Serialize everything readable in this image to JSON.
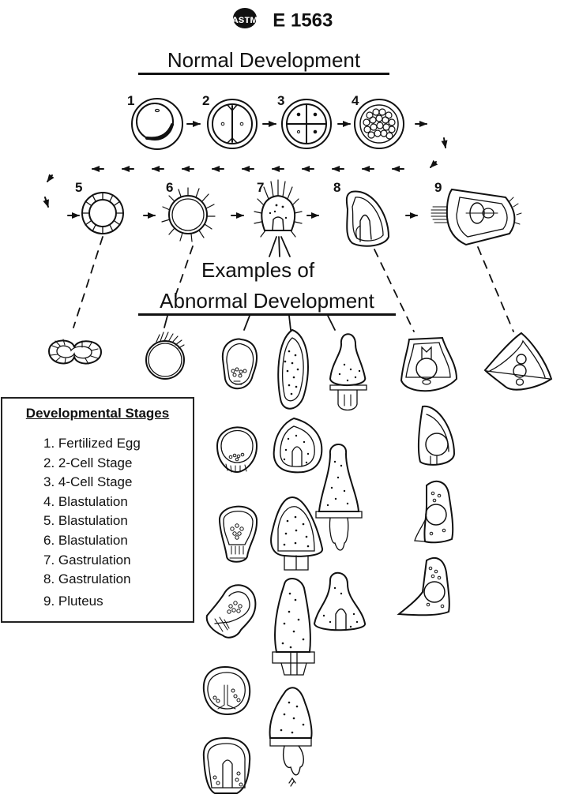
{
  "header": {
    "logo": "ASTM",
    "standard_code": "E 1563"
  },
  "titles": {
    "normal": "Normal Development",
    "abnormal_line1": "Examples of",
    "abnormal_line2": "Abnormal Development"
  },
  "normal_stages": [
    {
      "number": "1",
      "name": "Fertilized Egg"
    },
    {
      "number": "2",
      "name": "2-Cell Stage"
    },
    {
      "number": "3",
      "name": "4-Cell Stage"
    },
    {
      "number": "4",
      "name": "Blastulation"
    },
    {
      "number": "5",
      "name": "Blastulation"
    },
    {
      "number": "6",
      "name": "Blastulation"
    },
    {
      "number": "7",
      "name": "Gastrulation"
    },
    {
      "number": "8",
      "name": "Gastrulation"
    },
    {
      "number": "9",
      "name": "Pluteus"
    }
  ],
  "legend": {
    "title": "Developmental Stages",
    "items": [
      "1. Fertilized Egg",
      "2. 2-Cell Stage",
      "3. 4-Cell Stage",
      "4. Blastulation",
      "5. Blastulation",
      "6. Blastulation",
      "7. Gastrulation",
      "8. Gastrulation",
      "9. Pluteus"
    ]
  },
  "abnormal_columns": [
    {
      "from_stage": "5",
      "count": 1
    },
    {
      "from_stage": "6",
      "count": 1
    },
    {
      "from_stage": "7",
      "count": 6
    },
    {
      "from_stage": "7",
      "count": 5
    },
    {
      "from_stage": "7",
      "count": 3
    },
    {
      "from_stage": "8",
      "count": 4
    },
    {
      "from_stage": "9",
      "count": 1
    }
  ]
}
